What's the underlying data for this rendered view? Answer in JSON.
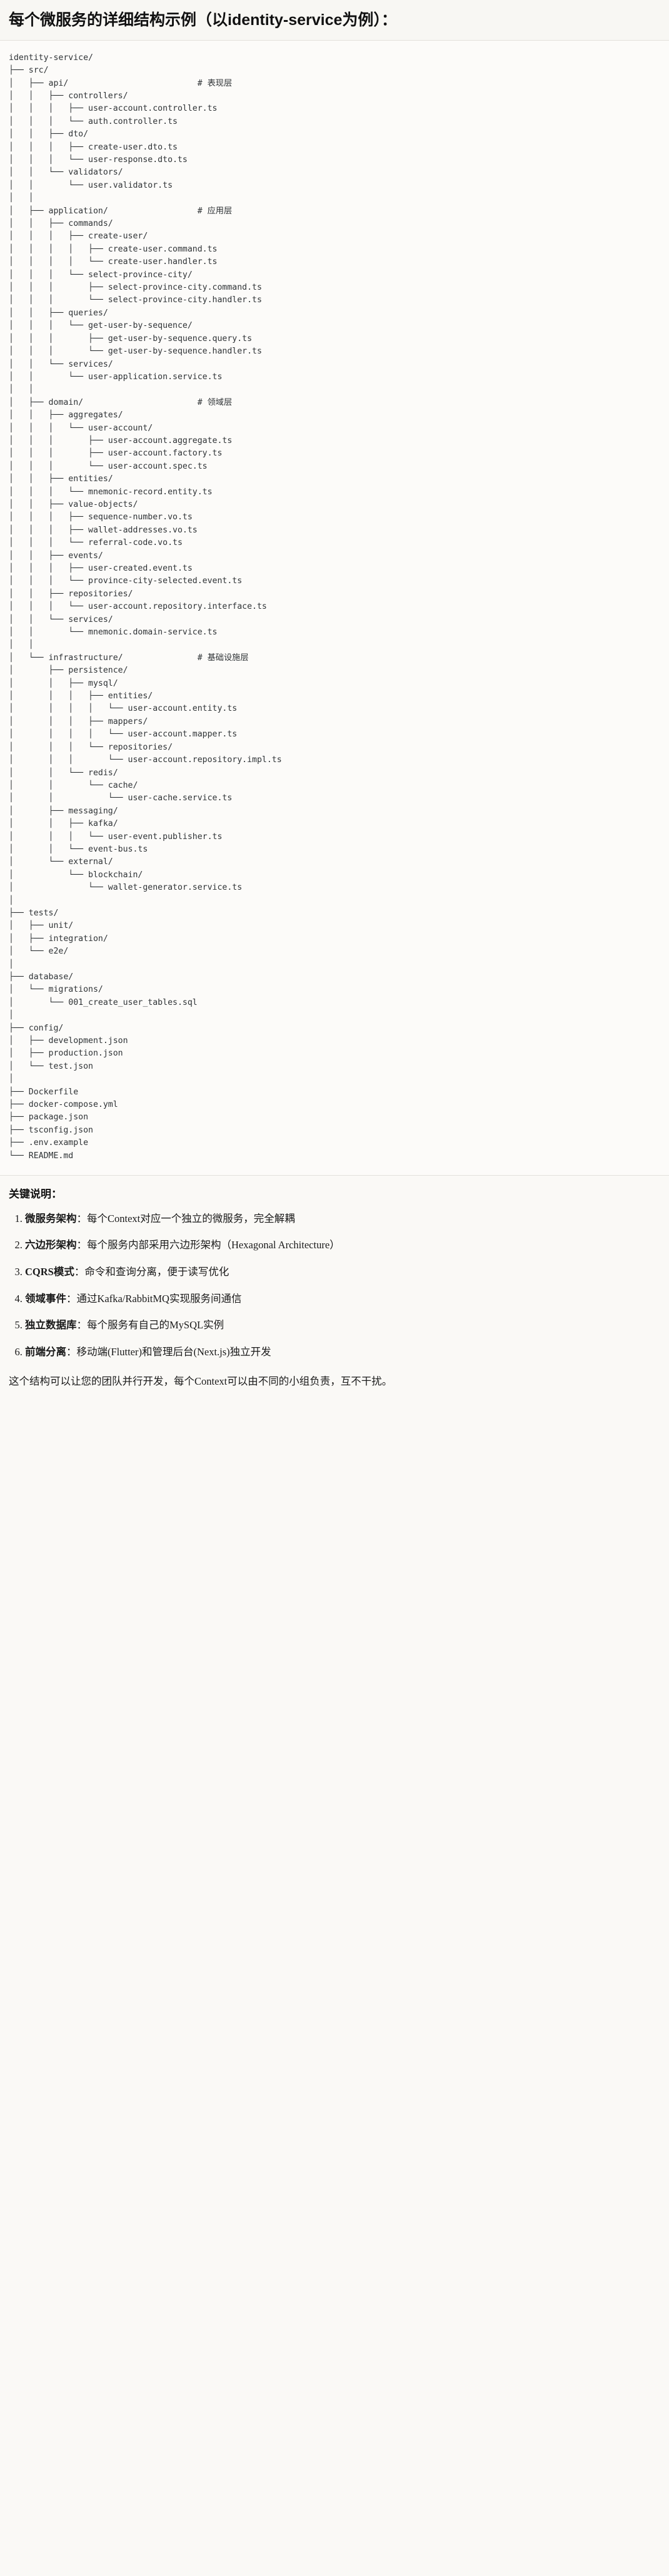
{
  "document": {
    "heading": "每个微服务的详细结构示例（以identity-service为例）：",
    "code_block": {
      "language": "text",
      "tree_text": "identity-service/\n├── src/\n│   ├── api/                          # 表现层\n│   │   ├── controllers/\n│   │   │   ├── user-account.controller.ts\n│   │   │   └── auth.controller.ts\n│   │   ├── dto/\n│   │   │   ├── create-user.dto.ts\n│   │   │   └── user-response.dto.ts\n│   │   └── validators/\n│   │       └── user.validator.ts\n│   │\n│   ├── application/                  # 应用层\n│   │   ├── commands/\n│   │   │   ├── create-user/\n│   │   │   │   ├── create-user.command.ts\n│   │   │   │   └── create-user.handler.ts\n│   │   │   └── select-province-city/\n│   │   │       ├── select-province-city.command.ts\n│   │   │       └── select-province-city.handler.ts\n│   │   ├── queries/\n│   │   │   └── get-user-by-sequence/\n│   │   │       ├── get-user-by-sequence.query.ts\n│   │   │       └── get-user-by-sequence.handler.ts\n│   │   └── services/\n│   │       └── user-application.service.ts\n│   │\n│   ├── domain/                       # 领域层\n│   │   ├── aggregates/\n│   │   │   └── user-account/\n│   │   │       ├── user-account.aggregate.ts\n│   │   │       ├── user-account.factory.ts\n│   │   │       └── user-account.spec.ts\n│   │   ├── entities/\n│   │   │   └── mnemonic-record.entity.ts\n│   │   ├── value-objects/\n│   │   │   ├── sequence-number.vo.ts\n│   │   │   ├── wallet-addresses.vo.ts\n│   │   │   └── referral-code.vo.ts\n│   │   ├── events/\n│   │   │   ├── user-created.event.ts\n│   │   │   └── province-city-selected.event.ts\n│   │   ├── repositories/\n│   │   │   └── user-account.repository.interface.ts\n│   │   └── services/\n│   │       └── mnemonic.domain-service.ts\n│   │\n│   └── infrastructure/               # 基础设施层\n│       ├── persistence/\n│       │   ├── mysql/\n│       │   │   ├── entities/\n│       │   │   │   └── user-account.entity.ts\n│       │   │   ├── mappers/\n│       │   │   │   └── user-account.mapper.ts\n│       │   │   └── repositories/\n│       │   │       └── user-account.repository.impl.ts\n│       │   └── redis/\n│       │       └── cache/\n│       │           └── user-cache.service.ts\n│       ├── messaging/\n│       │   ├── kafka/\n│       │   │   └── user-event.publisher.ts\n│       │   └── event-bus.ts\n│       └── external/\n│           └── blockchain/\n│               └── wallet-generator.service.ts\n│\n├── tests/\n│   ├── unit/\n│   ├── integration/\n│   └── e2e/\n│\n├── database/\n│   └── migrations/\n│       └── 001_create_user_tables.sql\n│\n├── config/\n│   ├── development.json\n│   ├── production.json\n│   └── test.json\n│\n├── Dockerfile\n├── docker-compose.yml\n├── package.json\n├── tsconfig.json\n├── .env.example\n└── README.md"
    },
    "key_points": {
      "title": "关键说明：",
      "items": [
        {
          "term": "微服务架构",
          "desc": "：每个Context对应一个独立的微服务，完全解耦"
        },
        {
          "term": "六边形架构",
          "desc": "：每个服务内部采用六边形架构（Hexagonal Architecture）"
        },
        {
          "term": "CQRS模式",
          "desc": "：命令和查询分离，便于读写优化"
        },
        {
          "term": "领域事件",
          "desc": "：通过Kafka/RabbitMQ实现服务间通信"
        },
        {
          "term": "独立数据库",
          "desc": "：每个服务有自己的MySQL实例"
        },
        {
          "term": "前端分离",
          "desc": "：移动端(Flutter)和管理后台(Next.js)独立开发"
        }
      ],
      "closing": "这个结构可以让您的团队并行开发，每个Context可以由不同的小组负责，互不干扰。"
    }
  }
}
